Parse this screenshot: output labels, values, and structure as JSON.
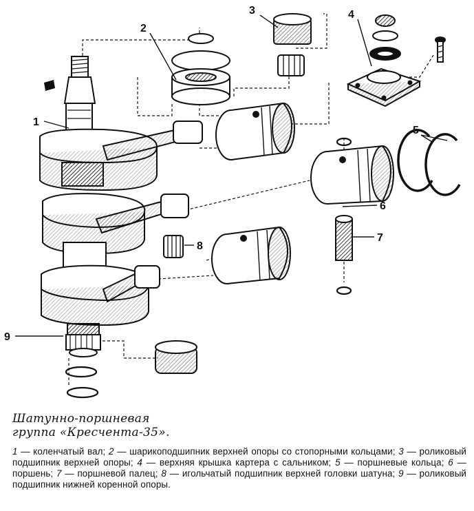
{
  "callouts": [
    {
      "id": "1",
      "label": "1"
    },
    {
      "id": "2",
      "label": "2"
    },
    {
      "id": "3",
      "label": "3"
    },
    {
      "id": "4",
      "label": "4"
    },
    {
      "id": "5",
      "label": "5"
    },
    {
      "id": "6",
      "label": "6"
    },
    {
      "id": "7",
      "label": "7"
    },
    {
      "id": "8",
      "label": "8"
    },
    {
      "id": "9",
      "label": "9"
    }
  ],
  "caption": {
    "title_line1": "Шатунно-поршневая",
    "title_line2": "группа «Кресчента-35».",
    "items": [
      {
        "num": "1",
        "text": "коленчатый вал;"
      },
      {
        "num": "2",
        "text": "шарикоподшипник верхней опоры со стопорными кольцами;"
      },
      {
        "num": "3",
        "text": "роликовый подшипник верхней опоры;"
      },
      {
        "num": "4",
        "text": "верхняя крышка картера с сальником;"
      },
      {
        "num": "5",
        "text": "поршневые кольца;"
      },
      {
        "num": "6",
        "text": "поршень;"
      },
      {
        "num": "7",
        "text": "поршневой палец;"
      },
      {
        "num": "8",
        "text": "игольчатый подшипник верхней головки шатуна;"
      },
      {
        "num": "9",
        "text": "роликовый подшипник нижней коренной опоры."
      }
    ]
  }
}
